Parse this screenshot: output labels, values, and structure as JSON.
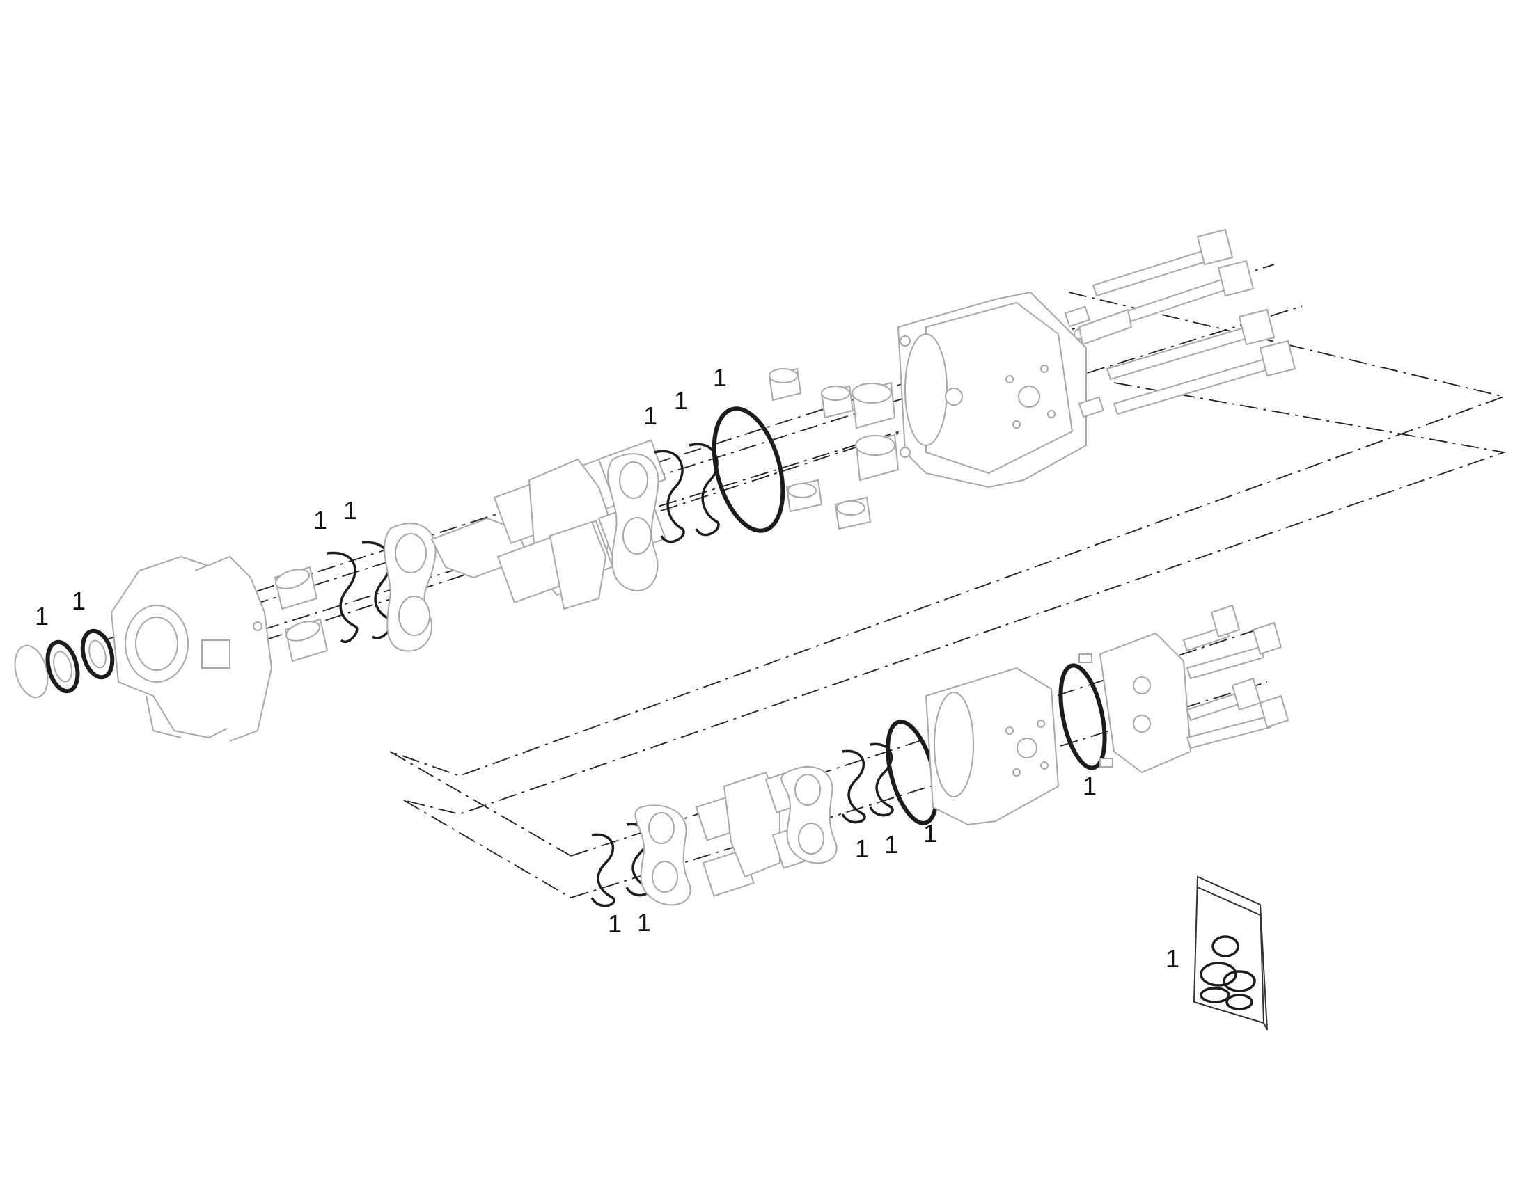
{
  "diagram": {
    "item_labels": {
      "front_seal_outer": "1",
      "front_seal_inner": "1",
      "front_seal_group_a": "1",
      "front_seal_group_b": "1",
      "mid_seal_a": "1",
      "mid_seal_b": "1",
      "mid_oring": "1",
      "rear_seal_a": "1",
      "rear_seal_b": "1",
      "rear_seal_c": "1",
      "rear_cover_oring": "1",
      "rear_front_seal_a": "1",
      "rear_front_seal_b": "1",
      "seal_kit": "1"
    }
  }
}
